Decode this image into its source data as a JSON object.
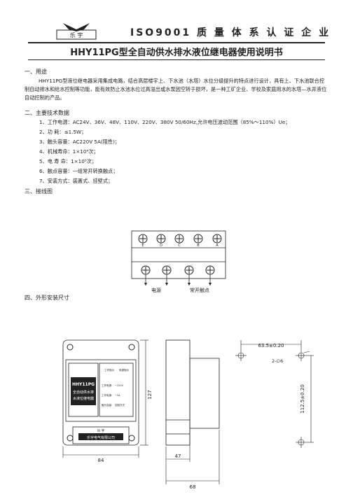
{
  "header": {
    "certification": "ISO9001 质 量 体 系 认 证 企 业",
    "logo_text": "乐 宇"
  },
  "title": "HHY11PG型全自动供水排水液位继电器使用说明书",
  "sections": {
    "s1_heading": "一、用途",
    "s1_text": "HHY11PG型液位继电器采用集成电路，结合高层楼宇上、下水池（水塔）水位分级提升的特点进行设计，具有上、下水池联合控制自动排水和给水控制等功能，能有效防止水池水位过高溢出或水泵因空转于损坏，是一种工矿企业、学校及家庭用水的水塔—水井液位自动控制的产品。",
    "s2_heading": "二、主要技术数据",
    "s2_items": [
      "1、工作电源：AC24V、36V、48V、110V、220V、380V  50/60Hz,允许电压波动范围（85%～110%）Ue；",
      "2、功    耗：≤1.5W；",
      "3、触头容量：AC220V  5A(阻性)；",
      "4、机械寿命：1×10⁶次；",
      "5、电 寿 命：1×10⁵次；",
      "6、触点容量：一组常开转换触点；",
      "7、安装方式：装置式、挂壁式；"
    ],
    "s3_heading": "三、接线图",
    "s4_heading": "四、外形安装尺寸"
  },
  "wiring": {
    "top_terminals": [
      "E",
      "D",
      "C",
      "B",
      "A"
    ],
    "label_power": "电源",
    "label_contact": "常开触点"
  },
  "device": {
    "model": "HHY11PG",
    "desc_line1": "全自动供水排",
    "desc_line2": "水液位继电器",
    "right_labels": [
      "工作指示",
      "电源指示"
    ],
    "switch_labels": [
      "工作电源：",
      "工作电源：",
      "触头容量："
    ],
    "switch_values": [
      "~220V",
      "~5A",
      "控制方式"
    ],
    "brand_bar": "乐宇电气有限公司",
    "brand_sub": "乐 宇"
  },
  "dimensions": {
    "front_width": "84",
    "front_height": "127",
    "side_depth_inner": "47",
    "side_depth_outer": "68",
    "mount_horizontal": "63.5±0.20",
    "mount_vertical": "112.5±0.20",
    "hole_spec": "2-∅6"
  }
}
